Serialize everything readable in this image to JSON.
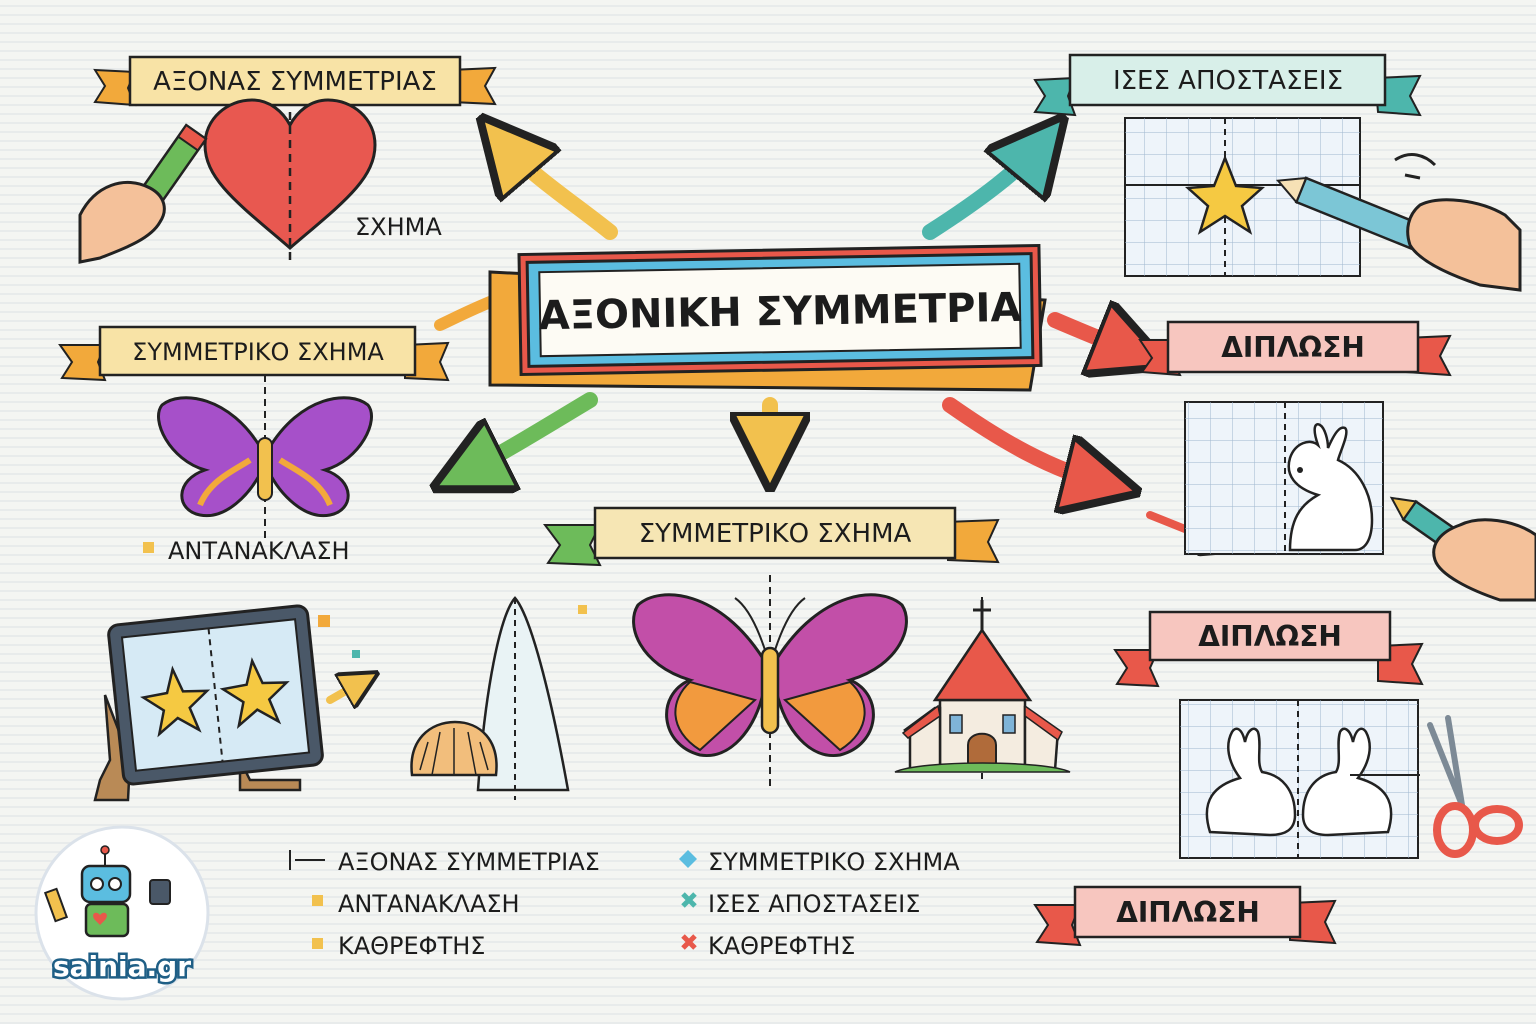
{
  "central": {
    "title": "ΑΞΟΝΙΚΗ ΣΥΜΜΕΤΡΙΑ"
  },
  "branches": {
    "axis": {
      "label": "ΑΞΟΝΑΣ ΣΥΜΜΕΤΡΙΑΣ",
      "caption": "ΣΧΗΜΑ",
      "color": "#f2c14e"
    },
    "equal_distances": {
      "label": "ΙΣΕΣ ΑΠΟΣΤΑΣΕΙΣ",
      "color": "#4db6ac"
    },
    "symmetric_left": {
      "label": "ΣΥΜΜΕΤΡΙΚΟ ΣΧΗΜΑ",
      "caption": "ΑΝΤΑΝΑΚΛΑΣΗ",
      "color": "#f2a93b"
    },
    "symmetric_center": {
      "label": "ΣΥΜΜΕΤΡΙΚΟ ΣΧΗΜΑ",
      "color": "#6dbb5a"
    },
    "folding_1": {
      "label": "ΔΙΠΛΩΣΗ",
      "color": "#e8584a"
    },
    "folding_2": {
      "label": "ΔΙΠΛΩΣΗ",
      "color": "#e8584a"
    },
    "folding_3": {
      "label": "ΔΙΠΛΩΣΗ",
      "color": "#e8584a"
    }
  },
  "legend": {
    "left": [
      "ΑΞΟΝΑΣ ΣΥΜΜΕΤΡΙΑΣ",
      "ΑΝΤΑΝΑΚΛΑΣΗ",
      "ΚΑΘΡΕΦΤΗΣ"
    ],
    "right": [
      "ΣΥΜΜΕΤΡΙΚΟ ΣΧΗΜΑ",
      "ΙΣΕΣ ΑΠΟΣΤΑΣΕΙΣ",
      "ΚΑΘΡΕΦΤΗΣ"
    ]
  },
  "logo": {
    "text": "sainia.gr"
  },
  "icons": [
    "heart-icon",
    "star-icon",
    "butterfly-icon",
    "rabbit-icon",
    "scissors-icon",
    "pencil-icon",
    "mirror-icon",
    "shell-icon",
    "church-icon",
    "robot-icon"
  ]
}
